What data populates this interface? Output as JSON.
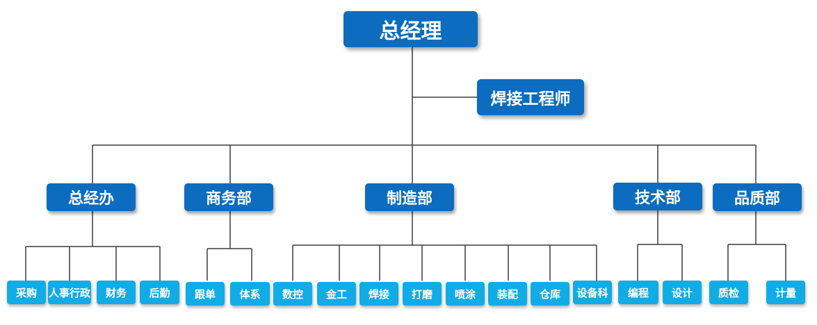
{
  "top": {
    "label": "总经理"
  },
  "engineer": {
    "label": "焊接工程师"
  },
  "departments": [
    {
      "label": "总经办",
      "subs": [
        "采购",
        "人事行政",
        "财务",
        "后勤"
      ]
    },
    {
      "label": "商务部",
      "subs": [
        "跟单",
        "体系"
      ]
    },
    {
      "label": "制造部",
      "subs": [
        "数控",
        "金工",
        "焊接",
        "打磨",
        "喷涂",
        "装配",
        "仓库",
        "设备科"
      ]
    },
    {
      "label": "技术部",
      "subs": [
        "编程",
        "设计"
      ]
    },
    {
      "label": "品质部",
      "subs": [
        "质检",
        "计量"
      ]
    }
  ],
  "colors": {
    "primary_box": "#0b6cc0",
    "secondary_box": "#11ace6",
    "line": "#3a3a3a"
  }
}
